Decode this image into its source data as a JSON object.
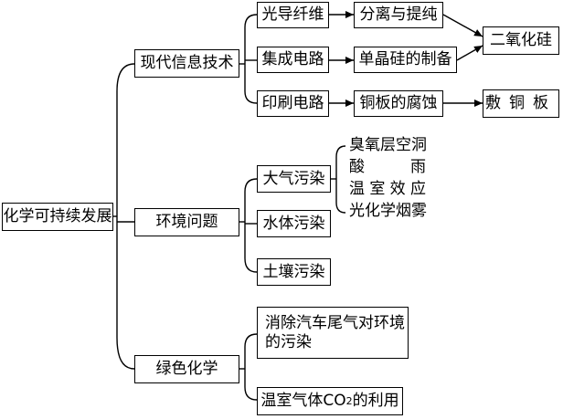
{
  "root": "化学可持续发展",
  "branches": [
    {
      "label": "现代信息技术",
      "items": [
        {
          "label": "光导纤维",
          "step": "分离与提纯"
        },
        {
          "label": "集成电路",
          "step": "单晶硅的制备"
        },
        {
          "label": "印刷电路",
          "step": "铜板的腐蚀",
          "result": "敷铜板"
        }
      ],
      "shared_result": "二氧化硅"
    },
    {
      "label": "环境问题",
      "items": [
        {
          "label": "大气污染",
          "effects": [
            "臭氧层空洞",
            "酸雨",
            "温室效应",
            "光化学烟雾"
          ]
        },
        {
          "label": "水体污染"
        },
        {
          "label": "土壤污染"
        }
      ]
    },
    {
      "label": "绿色化学",
      "items": [
        {
          "label": "消除汽车尾气对环境的污染"
        },
        {
          "label_pre": "温室气体CO",
          "label_sub": "2",
          "label_post": "的利用"
        }
      ]
    }
  ]
}
